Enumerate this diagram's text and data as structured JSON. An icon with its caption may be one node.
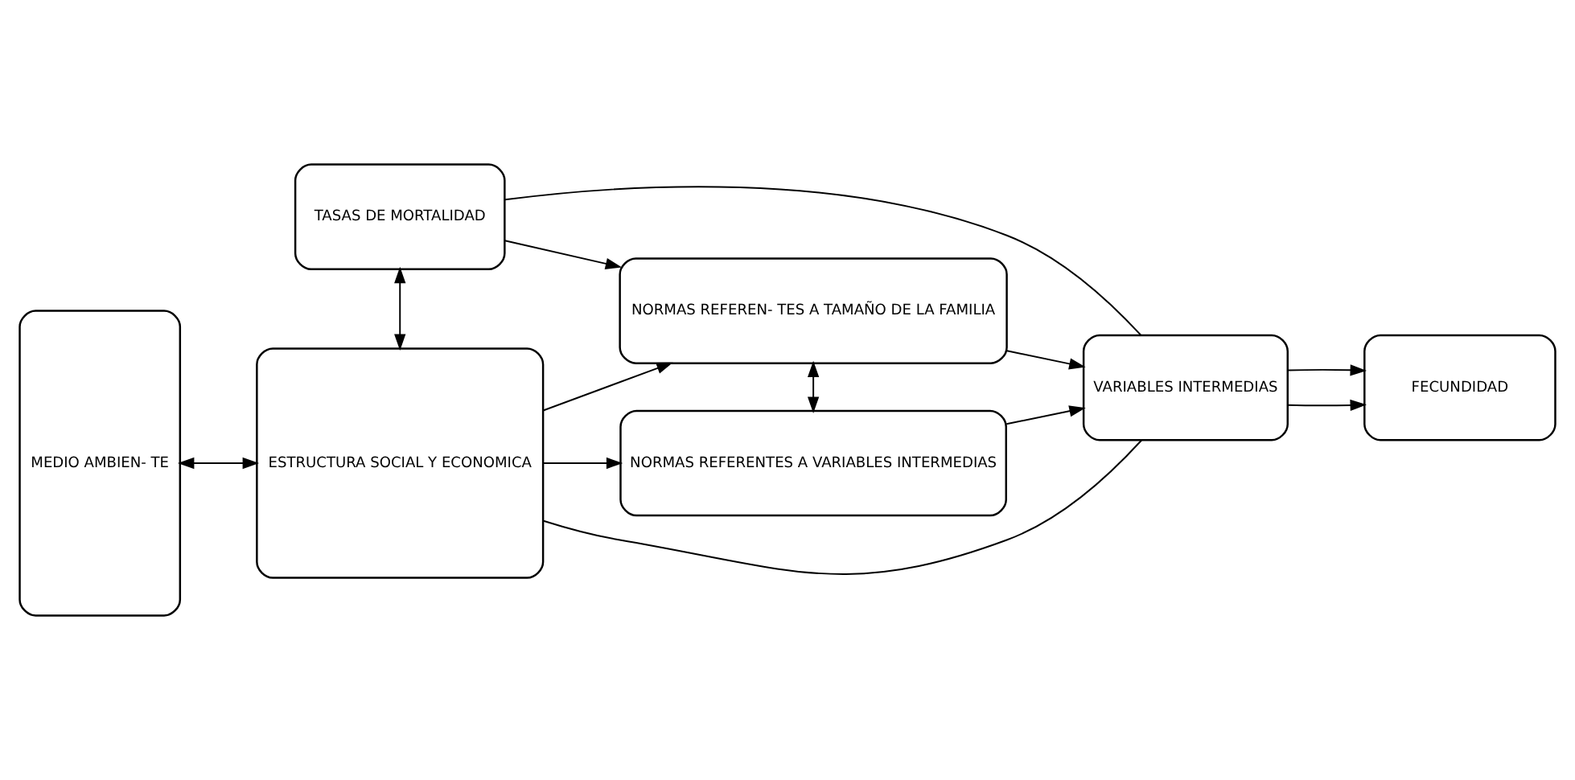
{
  "diagram": {
    "nodes": [
      {
        "text": [
          "TASAS DE MORTALIDAD"
        ]
      },
      {
        "text": [
          "MEDIO AMBIEN- TE"
        ]
      },
      {
        "text": [
          "ESTRUCTURA SOCIAL Y ECONOMICA"
        ]
      },
      {
        "text": [
          "NORMAS REFEREN- TES A TAMAÑO DE LA FAMILIA"
        ]
      },
      {
        "text": [
          "NORMAS REFERENTES A VARIABLES INTERMEDIAS"
        ]
      },
      {
        "text": [
          "VARIABLES INTERMEDIAS"
        ]
      },
      {
        "text": [
          "FECUNDIDAD"
        ]
      }
    ],
    "edges": [
      {
        "from": 1,
        "to": 2,
        "arrow": "both"
      },
      {
        "from": 0,
        "to": 2,
        "arrow": "both"
      },
      {
        "from": 0,
        "to": 3,
        "arrow": "to"
      },
      {
        "from": 0,
        "to": 5,
        "arrow": "none"
      },
      {
        "from": 2,
        "to": 3,
        "arrow": "to"
      },
      {
        "from": 2,
        "to": 4,
        "arrow": "to"
      },
      {
        "from": 3,
        "to": 4,
        "arrow": "both"
      },
      {
        "from": 3,
        "to": 5,
        "arrow": "to"
      },
      {
        "from": 4,
        "to": 5,
        "arrow": "to"
      },
      {
        "from": 2,
        "to": 5,
        "arrow": "none"
      },
      {
        "from": 5,
        "to": 6,
        "arrow": "to"
      },
      {
        "from": 5,
        "to": 6,
        "arrow": "to"
      }
    ]
  }
}
